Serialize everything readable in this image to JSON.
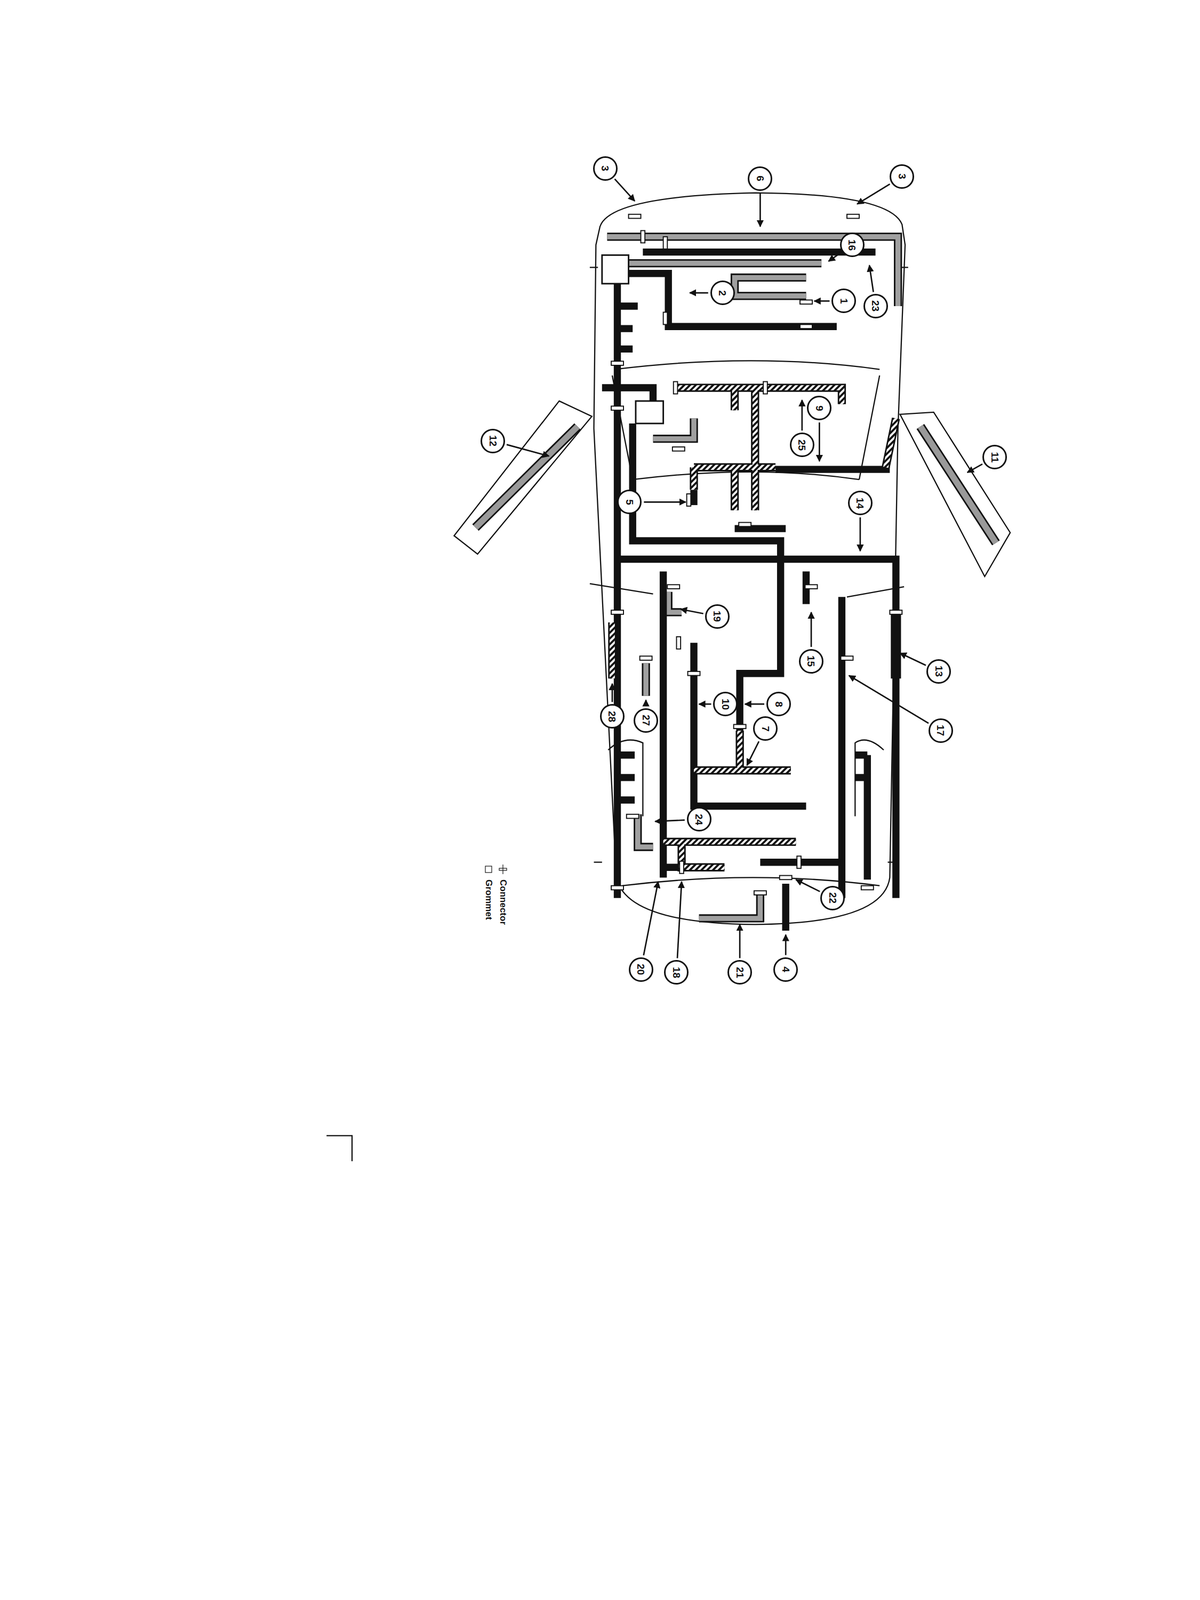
{
  "diagram": {
    "nodes": [
      {
        "text": [
          "3"
        ]
      },
      {
        "text": [
          "6"
        ]
      },
      {
        "text": [
          "3"
        ]
      },
      {
        "text": [
          "16"
        ]
      },
      {
        "text": [
          "2"
        ]
      },
      {
        "text": [
          "1"
        ]
      },
      {
        "text": [
          "23"
        ]
      },
      {
        "text": [
          "9"
        ]
      },
      {
        "text": [
          "25"
        ]
      },
      {
        "text": [
          "12"
        ]
      },
      {
        "text": [
          "11"
        ]
      },
      {
        "text": [
          "5"
        ]
      },
      {
        "text": [
          "14"
        ]
      },
      {
        "text": [
          "19"
        ]
      },
      {
        "text": [
          "15"
        ]
      },
      {
        "text": [
          "13"
        ]
      },
      {
        "text": [
          "28"
        ]
      },
      {
        "text": [
          "27"
        ]
      },
      {
        "text": [
          "10"
        ]
      },
      {
        "text": [
          "8"
        ]
      },
      {
        "text": [
          "17"
        ]
      },
      {
        "text": [
          "7"
        ]
      },
      {
        "text": [
          "24"
        ]
      },
      {
        "text": [
          "22"
        ]
      },
      {
        "text": [
          "20"
        ]
      },
      {
        "text": [
          "18"
        ]
      },
      {
        "text": [
          "21"
        ]
      },
      {
        "text": [
          "4"
        ]
      }
    ],
    "legend": [
      {
        "text": "Connector"
      },
      {
        "text": "Grommet"
      }
    ]
  }
}
